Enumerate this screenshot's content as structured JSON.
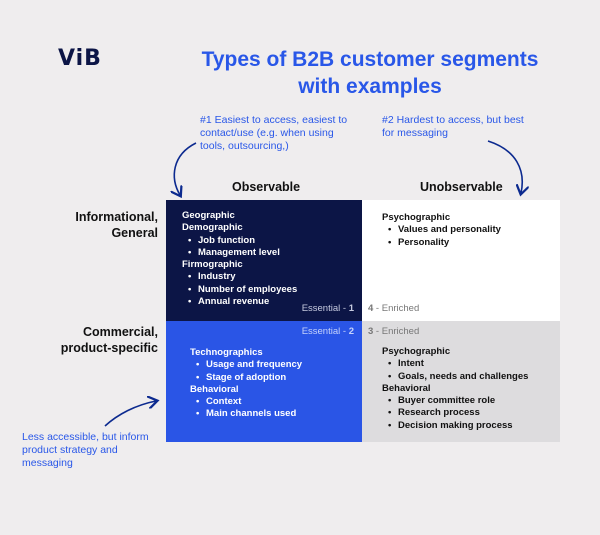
{
  "logo": "ViB",
  "title": "Types of B2B customer segments with examples",
  "notes": {
    "observable": "#1 Easiest to access, easiest to contact/use (e.g. when using tools, outsourcing,)",
    "unobservable": "#2 Hardest to access, but best for messaging",
    "commercial": "Less accessible, but inform product strategy and messaging"
  },
  "columns": [
    "Observable",
    "Unobservable"
  ],
  "rows": [
    "Informational, General",
    "Commercial, product-specific"
  ],
  "cells": {
    "top_left": {
      "groups": [
        {
          "heading": "Geographic",
          "items": []
        },
        {
          "heading": "Demographic",
          "items": [
            "Job function",
            "Management level"
          ]
        },
        {
          "heading": "Firmographic",
          "items": [
            "Industry",
            "Number of employees",
            "Annual revenue"
          ]
        }
      ],
      "tag_label": "Essential",
      "tag_num": "1"
    },
    "top_right": {
      "groups": [
        {
          "heading": "Psychographic",
          "items": [
            "Values and personality",
            "Personality"
          ]
        }
      ],
      "tag_label": "Enriched",
      "tag_num": "4"
    },
    "bottom_left": {
      "groups": [
        {
          "heading": "Technographics",
          "items": [
            "Usage and frequency",
            "Stage of adoption"
          ]
        },
        {
          "heading": "Behavioral",
          "items": [
            "Context",
            "Main channels used"
          ]
        }
      ],
      "tag_label": "Essential",
      "tag_num": "2"
    },
    "bottom_right": {
      "groups": [
        {
          "heading": "Psychographic",
          "items": [
            "Intent",
            "Goals, needs and challenges"
          ]
        },
        {
          "heading": "Behavioral",
          "items": [
            "Buyer committee role",
            "Research process",
            "Decision making process"
          ]
        }
      ],
      "tag_label": "Enriched",
      "tag_num": "3"
    }
  },
  "colors": {
    "background": "#efedee",
    "navy": "#0c1546",
    "blue": "#2a55e6",
    "accent_text": "#2957e8",
    "gray_cell": "#dddcde"
  }
}
